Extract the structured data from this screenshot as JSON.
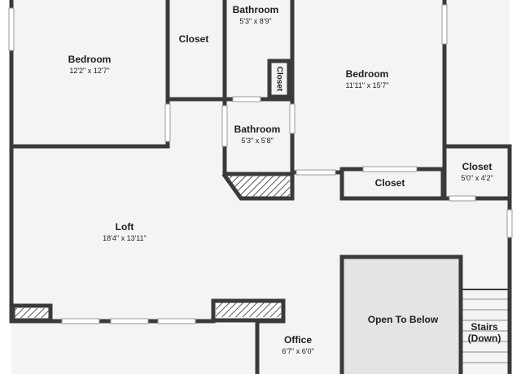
{
  "rooms": {
    "bedroom_left": {
      "name": "Bedroom",
      "dim": "12'2\" x 12'7\""
    },
    "closet_top": {
      "name": "Closet"
    },
    "bathroom_top": {
      "name": "Bathroom",
      "dim": "5'3\" x 8'9\""
    },
    "closet_small": {
      "name": "Closet"
    },
    "bedroom_right": {
      "name": "Bedroom",
      "dim": "11'11\" x 15'7\""
    },
    "bathroom_mid": {
      "name": "Bathroom",
      "dim": "5'3\" x 5'8\""
    },
    "closet_mid": {
      "name": "Closet"
    },
    "closet_right": {
      "name": "Closet",
      "dim": "5'0\" x 4'2\""
    },
    "loft": {
      "name": "Loft",
      "dim": "18'4\" x 13'11\""
    },
    "open_to_below": {
      "name": "Open To Below"
    },
    "stairs": {
      "name": "Stairs",
      "direction": "(Down)"
    },
    "office": {
      "name": "Office",
      "dim": "6'7\" x 6'0\""
    }
  },
  "colors": {
    "wall": "#3a3a3a",
    "floor": "#f4f4f4",
    "open_to_below": "#e4e4e4",
    "window": "#ffffff",
    "text": "#1e1e1e"
  }
}
